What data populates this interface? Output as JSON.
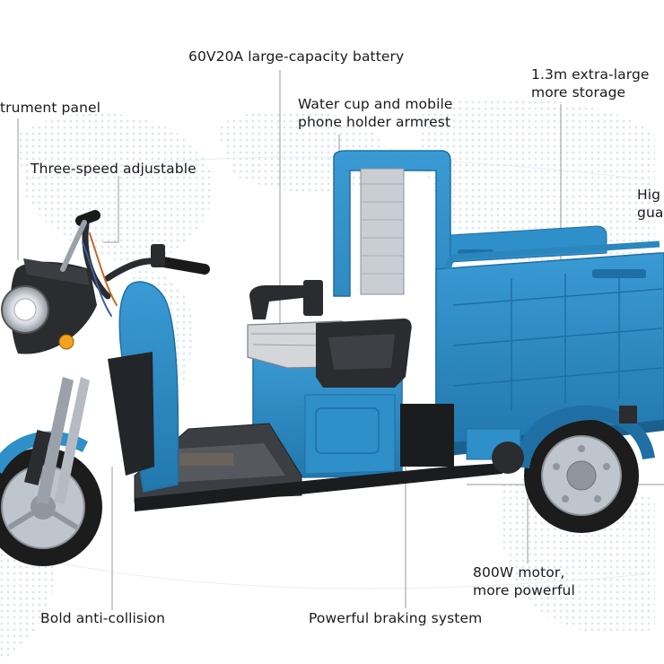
{
  "callouts": {
    "battery": "60V20A large-capacity battery",
    "storage_line1": "1.3m extra-large",
    "storage_line2": "more storage",
    "instrument": "trument panel",
    "armrest_line1": "Water cup and mobile",
    "armrest_line2": "phone holder armrest",
    "speed": "Three-speed adjustable",
    "guard_line1": "Hig",
    "guard_line2": "gua",
    "motor_line1": "800W motor,",
    "motor_line2": "more powerful",
    "collision": "Bold anti-collision",
    "braking": "Powerful braking system"
  },
  "colors": {
    "body_blue": "#2f8fc8",
    "body_blue_dark": "#1f6fa4",
    "leader_line": "#9a9a9a",
    "map_dots": "#d7e3f0",
    "tire": "#1c1c1c",
    "rim": "#bfc5cc"
  }
}
